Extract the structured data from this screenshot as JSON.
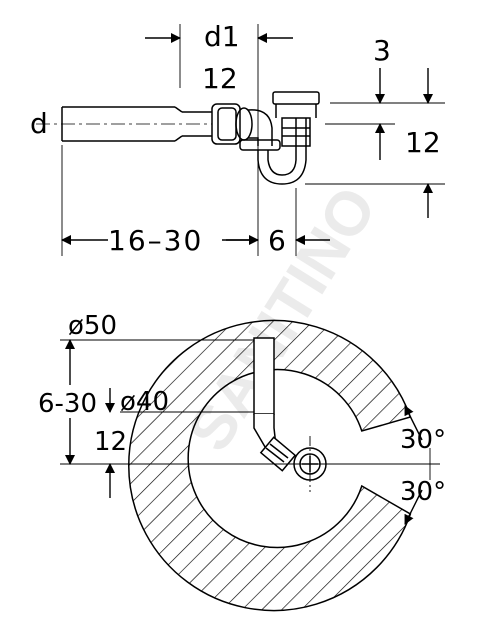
{
  "watermark": "SANITINO",
  "top_view": {
    "label_d1": "d1",
    "label_12_top": "12",
    "label_3": "3",
    "label_d": "d",
    "label_12_right": "12",
    "label_16_30": "16–30",
    "label_6": "6"
  },
  "bottom_view": {
    "label_o50": "ø50",
    "label_6_30": "6-30",
    "label_o40": "ø40",
    "label_12": "12",
    "label_30a": "30°",
    "label_30b": "30°"
  }
}
